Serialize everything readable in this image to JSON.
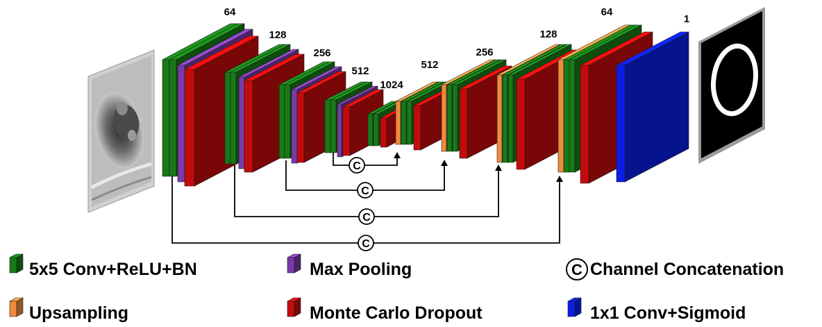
{
  "colors": {
    "conv": "#177a17",
    "pool": "#7a3aa8",
    "dropout": "#c40b0b",
    "upsample": "#f08a3c",
    "final_conv": "#0a1ee6"
  },
  "channel_labels": [
    "64",
    "128",
    "256",
    "512",
    "1024",
    "512",
    "256",
    "128",
    "64",
    "1"
  ],
  "concat_symbol": "C",
  "legend": {
    "conv": "5x5 Conv+ReLU+BN",
    "pool": "Max Pooling",
    "concat": "Channel Concatenation",
    "upsample": "Upsampling",
    "dropout": "Monte Carlo Dropout",
    "final_conv": "1x1 Conv+Sigmoid"
  }
}
